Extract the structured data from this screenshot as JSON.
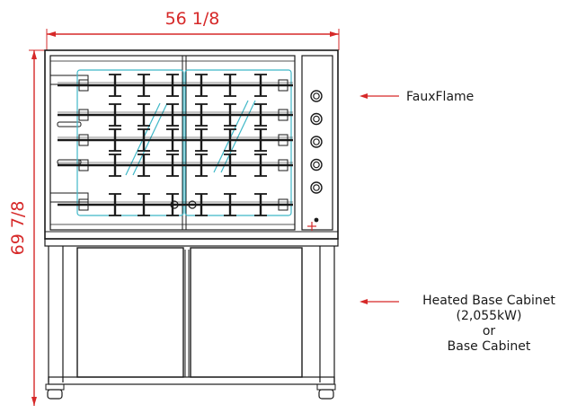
{
  "dimensions": {
    "width": "56 1/8",
    "height": "69 7/8"
  },
  "callouts": {
    "top": "FauxFlame",
    "bottom_lines": [
      "Heated Base Cabinet",
      "(2,055kW)",
      "or",
      "Base Cabinet"
    ]
  },
  "colors": {
    "dimension": "#d62828",
    "outline": "#1a1a1a",
    "glass": "#3fb8c8"
  },
  "spit_rows": 5,
  "spit_columns": 6,
  "knob_count": 5
}
